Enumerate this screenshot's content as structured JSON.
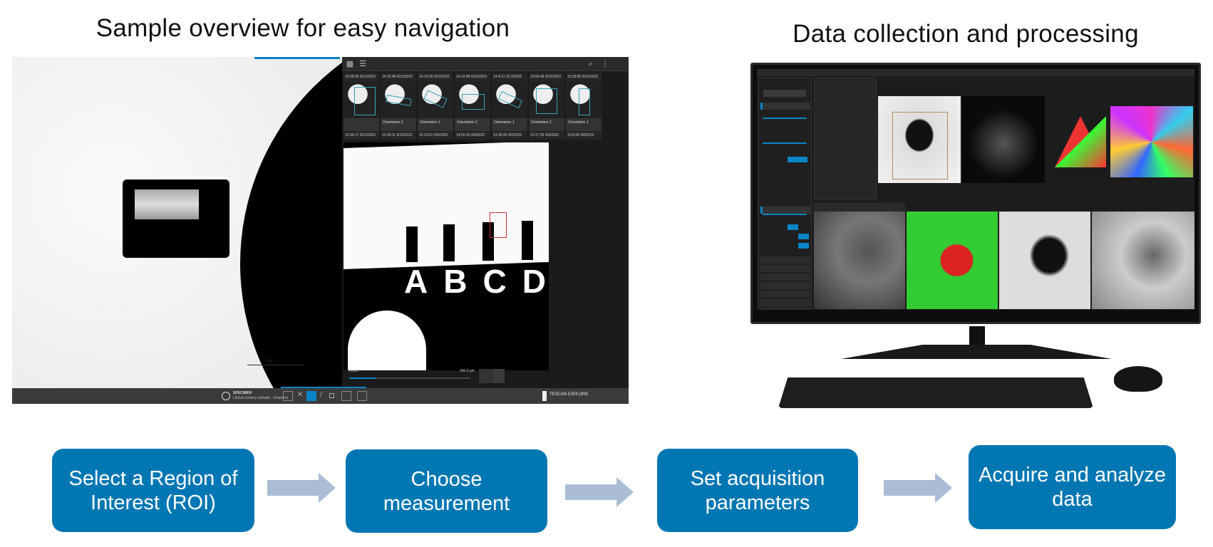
{
  "titles": {
    "left": "Sample overview for easy navigation",
    "right": "Data collection and processing"
  },
  "overview_app": {
    "toolbar_icons": [
      "grid-view-icon",
      "list-view-icon",
      "search-icon",
      "more-icon"
    ],
    "thumbnails": [
      {
        "timestamp": "10:09:36 9/13/2022",
        "label": ""
      },
      {
        "timestamp": "14:32:48 9/13/2022",
        "label": "Orientation 2"
      },
      {
        "timestamp": "14:19:39 9/13/2022",
        "label": "Orientation 1"
      },
      {
        "timestamp": "14:10:48 9/13/2022",
        "label": "Orientation 2"
      },
      {
        "timestamp": "14:4:21 9/13/2022",
        "label": "Orientation 1"
      },
      {
        "timestamp": "13:55:48 9/13/2022",
        "label": "Orientation 2"
      },
      {
        "timestamp": "13:39:56 9/13/2022",
        "label": "Orientation 1"
      }
    ],
    "thumbnails_row2": [
      "13:30:17 9/13/2022",
      "13:30:11 9/13/2022",
      "15:19:51 9/9/2022",
      "14:50:25 9/9/2022",
      "13:36:20 9/9/2022",
      "13:17:25 9/9/2022",
      "15:8:26 9/8/2022"
    ],
    "view_letters": [
      "A",
      "B",
      "C",
      "D"
    ],
    "scale_bar": "5 µm",
    "zoom_label": "Zoom",
    "zoom_value": "300.0 µm",
    "zoom_fraction": 0.22,
    "specimen_title": "SPECIMEN",
    "specimen_name": "Lithium battery cathode · Unspiked",
    "brand": "TESCAN EXPLORE",
    "accent": "#0a84c6"
  },
  "workflow": [
    {
      "label": "Select a Region of Interest (ROI)"
    },
    {
      "label": "Choose measurement"
    },
    {
      "label": "Set acquisition parameters"
    },
    {
      "label": "Acquire and analyze data"
    }
  ],
  "colors": {
    "step_button": "#0077b3",
    "arrow": "#aabdd4"
  }
}
